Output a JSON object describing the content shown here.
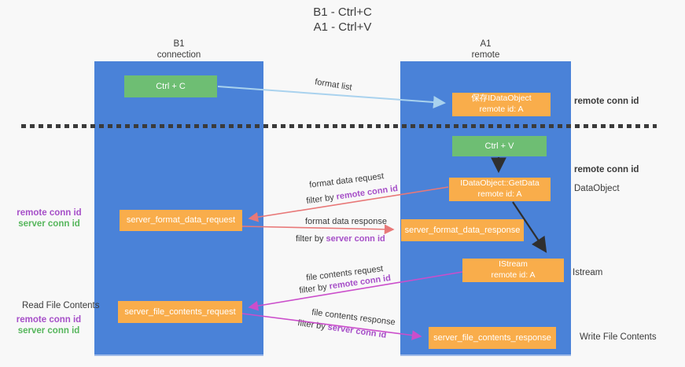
{
  "title": {
    "line1": "B1 - Ctrl+C",
    "line2": "A1 - Ctrl+V"
  },
  "columns": {
    "left": {
      "name": "B1",
      "role": "connection"
    },
    "right": {
      "name": "A1",
      "role": "remote"
    }
  },
  "boxes": {
    "ctrl_c": "Ctrl + C",
    "ctrl_v": "Ctrl + V",
    "save_dataobject": {
      "line1": "保存IDataObject",
      "line2": "remote id: A"
    },
    "getdata": {
      "line1": "IDataObject::GetData",
      "line2": "remote id: A"
    },
    "istream": {
      "line1": "IStream",
      "line2": "remote id: A"
    },
    "format_request": "server_format_data_request",
    "format_response": "server_format_data_response",
    "file_request": "server_file_contents_request",
    "file_response": "server_file_contents_response"
  },
  "flow_labels": {
    "format_list": "format list",
    "format_data_request": "format data request",
    "format_data_response": "format data response",
    "file_contents_request": "file contents request",
    "file_contents_response": "file contents response",
    "filter_by": "filter by",
    "remote_conn_id": "remote conn id",
    "server_conn_id": "server conn id"
  },
  "side_labels": {
    "left_top": {
      "remote": "remote conn id",
      "server": "server conn id"
    },
    "left_bottom": {
      "title": "Read File Contents",
      "remote": "remote conn id",
      "server": "server conn id"
    },
    "right": {
      "remote_conn_id_1": "remote conn id",
      "remote_conn_id_2": "remote conn id",
      "dataobject": "DataObject",
      "istream": "Istream",
      "write_file_contents": "Write File Contents"
    }
  },
  "colors": {
    "panel_blue": "#4a82d8",
    "box_orange": "#f9ad4b",
    "box_green": "#6ebe73",
    "arrow_light_blue": "#a9d2ee",
    "arrow_red": "#e87878",
    "arrow_magenta": "#cb4ecb",
    "arrow_dark": "#2f2f2f",
    "label_purple": "#a64fc8",
    "label_green": "#56b65c",
    "background": "#f8f8f8"
  }
}
